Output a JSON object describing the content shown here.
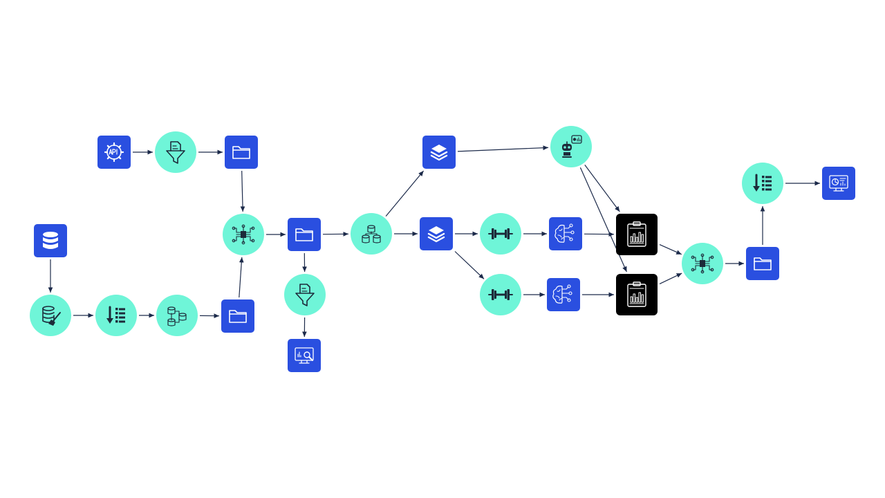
{
  "colors": {
    "square_fill": "#2a4fe0",
    "circle_fill": "#6ff5d8",
    "report_fill": "#000000",
    "edge": "#1c2a4a",
    "icon_dark": "#1d2b3a",
    "icon_light": "#ffffff"
  },
  "nodes": [
    {
      "id": "api-source",
      "shape": "square",
      "icon": "api-gear-icon"
    },
    {
      "id": "doc-filter-top",
      "shape": "circle",
      "icon": "document-filter-icon"
    },
    {
      "id": "folder-top",
      "shape": "square",
      "icon": "folder-icon"
    },
    {
      "id": "database-source",
      "shape": "square",
      "icon": "database-icon"
    },
    {
      "id": "db-clean",
      "shape": "circle",
      "icon": "database-brush-icon"
    },
    {
      "id": "sort-list-left",
      "shape": "circle",
      "icon": "sort-list-icon"
    },
    {
      "id": "db-network",
      "shape": "circle",
      "icon": "database-network-icon"
    },
    {
      "id": "folder-bottom-left",
      "shape": "square",
      "icon": "folder-icon"
    },
    {
      "id": "chip-merge-1",
      "shape": "circle",
      "icon": "chip-icon"
    },
    {
      "id": "folder-merged",
      "shape": "square",
      "icon": "folder-icon"
    },
    {
      "id": "doc-filter-mid",
      "shape": "circle",
      "icon": "document-filter-icon"
    },
    {
      "id": "analytics-monitor",
      "shape": "square",
      "icon": "monitor-analytics-icon"
    },
    {
      "id": "db-cluster",
      "shape": "circle",
      "icon": "database-cluster-icon"
    },
    {
      "id": "layers-top",
      "shape": "square",
      "icon": "layers-icon"
    },
    {
      "id": "layers-mid",
      "shape": "square",
      "icon": "layers-icon"
    },
    {
      "id": "chatbot",
      "shape": "circle",
      "icon": "robot-chat-icon"
    },
    {
      "id": "train-a",
      "shape": "circle",
      "icon": "dumbbell-icon"
    },
    {
      "id": "train-b",
      "shape": "circle",
      "icon": "dumbbell-icon"
    },
    {
      "id": "model-a",
      "shape": "square",
      "icon": "brain-circuit-icon"
    },
    {
      "id": "model-b",
      "shape": "square",
      "icon": "brain-circuit-icon"
    },
    {
      "id": "report-a",
      "shape": "report",
      "icon": "clipboard-chart-icon"
    },
    {
      "id": "report-b",
      "shape": "report",
      "icon": "clipboard-chart-icon"
    },
    {
      "id": "chip-merge-2",
      "shape": "circle",
      "icon": "chip-icon"
    },
    {
      "id": "folder-results",
      "shape": "square",
      "icon": "folder-icon"
    },
    {
      "id": "sort-list-right",
      "shape": "circle",
      "icon": "sort-list-icon"
    },
    {
      "id": "dashboard-monitor",
      "shape": "square",
      "icon": "monitor-dashboard-icon"
    }
  ],
  "edges": [
    [
      "api-source",
      "doc-filter-top"
    ],
    [
      "doc-filter-top",
      "folder-top"
    ],
    [
      "folder-top",
      "chip-merge-1"
    ],
    [
      "database-source",
      "db-clean"
    ],
    [
      "db-clean",
      "sort-list-left"
    ],
    [
      "sort-list-left",
      "db-network"
    ],
    [
      "db-network",
      "folder-bottom-left"
    ],
    [
      "folder-bottom-left",
      "chip-merge-1"
    ],
    [
      "chip-merge-1",
      "folder-merged"
    ],
    [
      "folder-merged",
      "doc-filter-mid"
    ],
    [
      "doc-filter-mid",
      "analytics-monitor"
    ],
    [
      "folder-merged",
      "db-cluster"
    ],
    [
      "db-cluster",
      "layers-top"
    ],
    [
      "db-cluster",
      "layers-mid"
    ],
    [
      "layers-top",
      "chatbot"
    ],
    [
      "layers-mid",
      "train-a"
    ],
    [
      "layers-mid",
      "train-b"
    ],
    [
      "train-a",
      "model-a"
    ],
    [
      "train-b",
      "model-b"
    ],
    [
      "model-a",
      "report-a"
    ],
    [
      "model-b",
      "report-b"
    ],
    [
      "chatbot",
      "report-a"
    ],
    [
      "chatbot",
      "report-b"
    ],
    [
      "report-a",
      "chip-merge-2"
    ],
    [
      "report-b",
      "chip-merge-2"
    ],
    [
      "chip-merge-2",
      "folder-results"
    ],
    [
      "folder-results",
      "sort-list-right"
    ],
    [
      "sort-list-right",
      "dashboard-monitor"
    ]
  ]
}
